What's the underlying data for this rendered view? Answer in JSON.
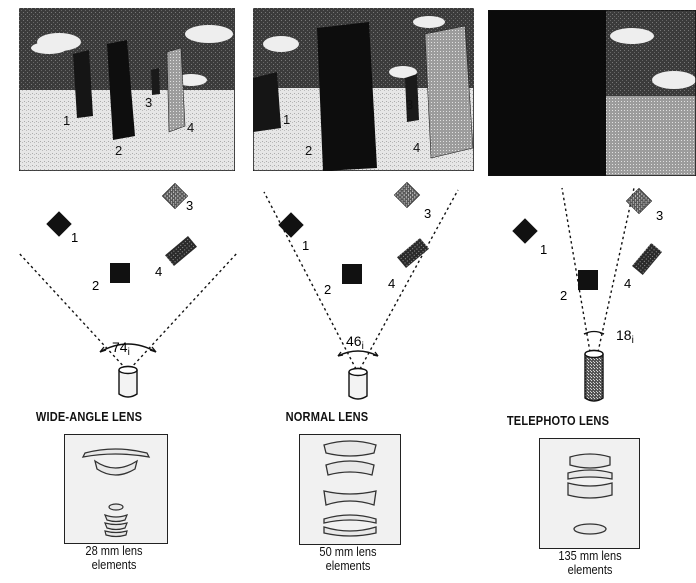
{
  "lenses": [
    {
      "id": "wide",
      "title": "WIDE-ANGLE LENS",
      "angle": "74",
      "angle_unit": "i",
      "caption_line1": "28 mm lens",
      "caption_line2": "elements"
    },
    {
      "id": "normal",
      "title": "NORMAL LENS",
      "angle": "46",
      "angle_unit": "i",
      "caption_line1": "50 mm lens",
      "caption_line2": "elements"
    },
    {
      "id": "tele",
      "title": "TELEPHOTO LENS",
      "angle": "18",
      "angle_unit": "i",
      "caption_line1": "135 mm lens",
      "caption_line2": "elements"
    }
  ],
  "objects": [
    "1",
    "2",
    "3",
    "4"
  ],
  "colors": {
    "ink": "#111111",
    "sky": "#3a3a3a",
    "ground": "#dcdcdc",
    "cloud": "#f2f2f2",
    "block_dark": "#141414",
    "block_light": "#9a9a9a"
  }
}
